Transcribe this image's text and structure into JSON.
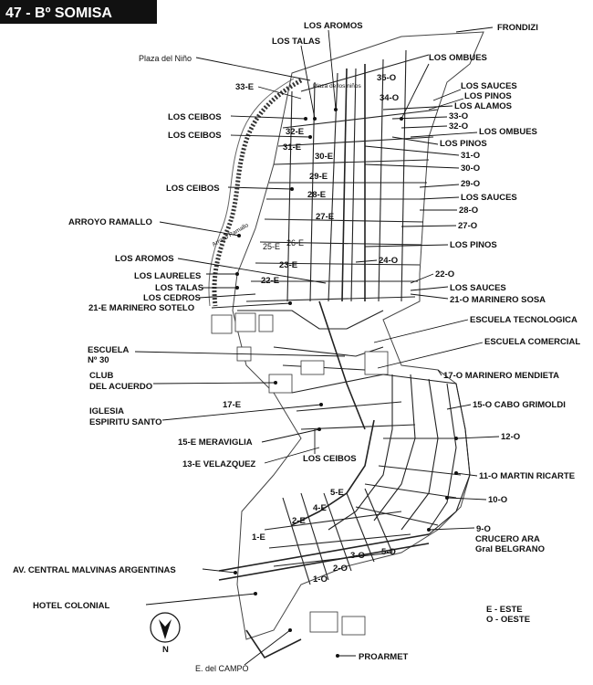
{
  "title": "47 - Bº SOMISA",
  "labels": {
    "los_aromos_top": "LOS AROMOS",
    "los_talas_top": "LOS TALAS",
    "frondizi": "FRONDIZI",
    "plaza_nino": "Plaza del Niño",
    "plaza_ninos_inner": "Plaza de los niños",
    "los_ombues_1": "LOS OMBUES",
    "e33": "33-E",
    "o35": "35-O",
    "los_sauces_1": "LOS SAUCES",
    "los_pinos_1": "LOS PINOS",
    "o34": "34-O",
    "los_alamos": "LOS ALAMOS",
    "o33": "33-O",
    "los_ceibos_1": "LOS CEIBOS",
    "o32": "32-O",
    "los_ombues_2": "LOS OMBUES",
    "e32": "32-E",
    "los_ceibos_2": "LOS CEIBOS",
    "los_pinos_2": "LOS PINOS",
    "e31": "31-E",
    "o31": "31-O",
    "e30": "30-E",
    "o30": "30-O",
    "e29": "29-E",
    "o29": "29-O",
    "los_ceibos_3": "LOS CEIBOS",
    "e28": "28-E",
    "los_sauces_2": "LOS SAUCES",
    "o28": "28-O",
    "e27": "27-E",
    "arroyo_ramallo": "ARROYO RAMALLO",
    "arroyo_ramallo_inner": "Arroyo Ramallo",
    "o27": "27-O",
    "e26": "26-E",
    "e25": "25-E",
    "los_pinos_3": "LOS PINOS",
    "los_aromos_mid": "LOS AROMOS",
    "o24": "24-O",
    "e23": "23-E",
    "los_laureles": "LOS LAURELES",
    "o22": "22-O",
    "e22": "22-E",
    "los_talas_mid": "LOS TALAS",
    "los_sauces_3": "LOS SAUCES",
    "los_cedros": "LOS CEDROS",
    "o21": "21-O MARINERO SOSA",
    "e21": "21-E MARINERO SOTELO",
    "escuela_tecnologica": "ESCUELA TECNOLOGICA",
    "escuela_30_a": "ESCUELA",
    "escuela_30_b": "Nº 30",
    "escuela_comercial": "ESCUELA COMERCIAL",
    "club_a": "CLUB",
    "club_b": "DEL ACUERDO",
    "o17": "17-O MARINERO MENDIETA",
    "iglesia_a": "IGLESIA",
    "iglesia_b": "ESPIRITU SANTO",
    "e17": "17-E",
    "o15": "15-O CABO GRIMOLDI",
    "o12": "12-O",
    "e15": "15-E MERAVIGLIA",
    "los_ceibos_4": "LOS CEIBOS",
    "e13": "13-E VELAZQUEZ",
    "o11": "11-O MARTIN RICARTE",
    "e5": "5-E",
    "o10": "10-O",
    "e4": "4-E",
    "e2": "2-E",
    "o9": "9-O",
    "crucero_a": "CRUCERO ARA",
    "crucero_b": "Gral BELGRANO",
    "e1": "1-E",
    "o3": "3-O",
    "o5": "5-O",
    "o2": "2-O",
    "av_central": "AV. CENTRAL MALVINAS ARGENTINAS",
    "o1": "1-O",
    "hotel_colonial": "HOTEL COLONIAL",
    "legend_e": "E -  ESTE",
    "legend_o": "O - OESTE",
    "north": "N",
    "e_del_campo": "E. del CAMPO",
    "proarmet": "PROARMET"
  }
}
